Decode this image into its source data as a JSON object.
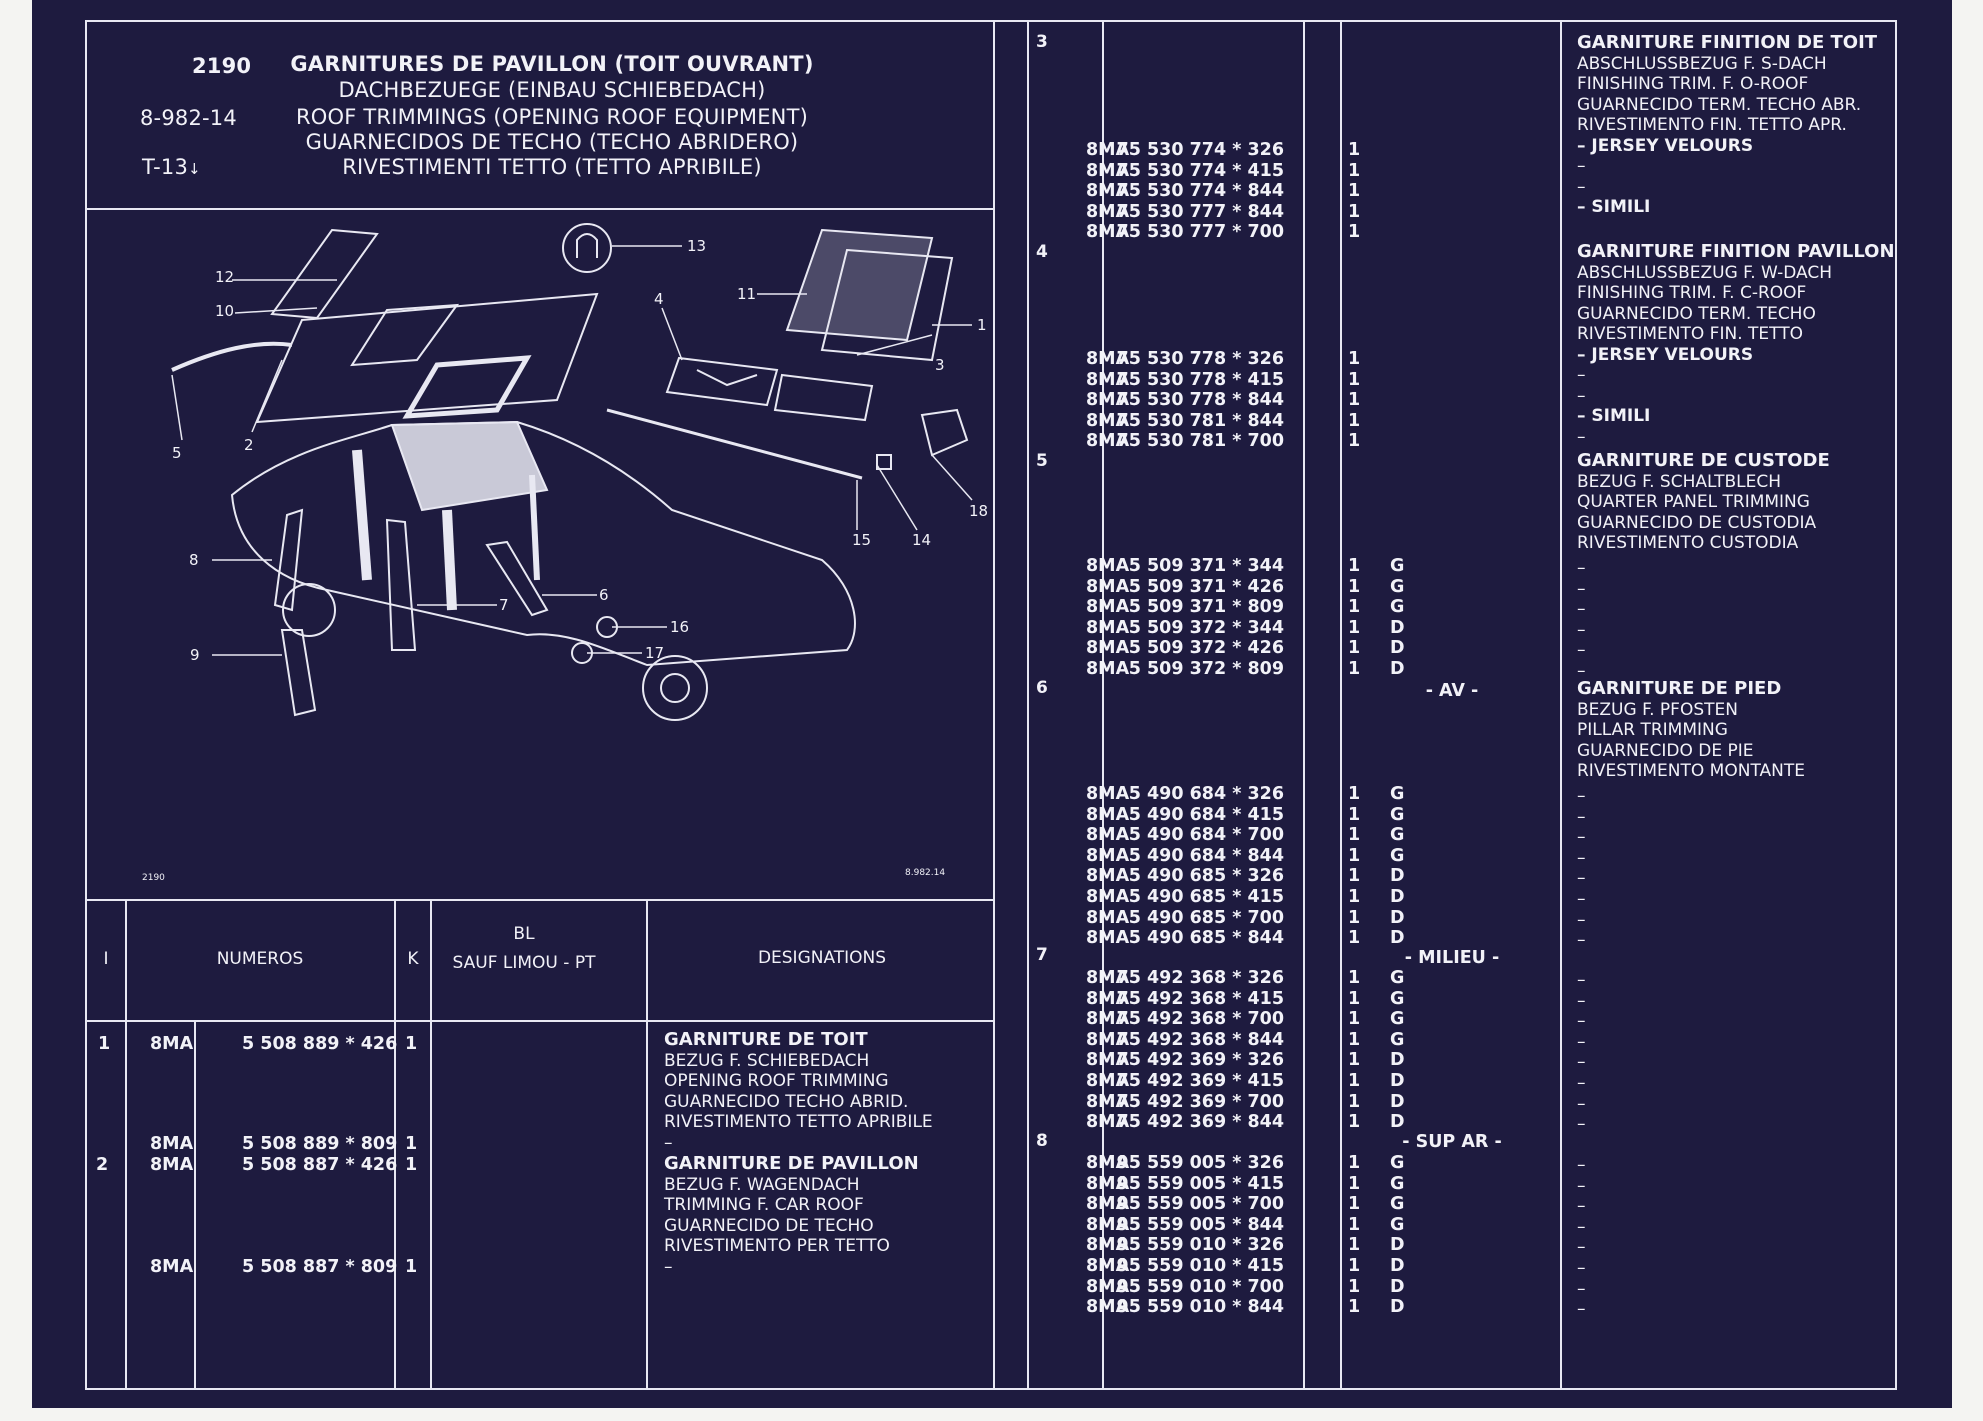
{
  "header": {
    "catalog_no": "2190",
    "ref": "8-982-14",
    "tref": "T-13",
    "tref_arrow": "↓",
    "titles": [
      "GARNITURES DE PAVILLON (TOIT OUVRANT)",
      "DACHBEZUEGE (EINBAU SCHIEBEDACH)",
      "ROOF TRIMMINGS (OPENING ROOF EQUIPMENT)",
      "GUARNECIDOS DE TECHO (TECHO ABRIDERO)",
      "RIVESTIMENTI TETTO (TETTO APRIBILE)"
    ]
  },
  "diagram": {
    "corner_left": "2190",
    "corner_right": "8.982.14",
    "labels": [
      "1",
      "2",
      "3",
      "4",
      "5",
      "6",
      "7",
      "8",
      "9",
      "10",
      "11",
      "12",
      "13",
      "14",
      "15",
      "16",
      "17",
      "18"
    ]
  },
  "table_header": {
    "col_i": "I",
    "col_numeros": "NUMEROS",
    "col_k": "K",
    "col_bl_1": "BL",
    "col_bl_2": "SAUF LIMOU - PT",
    "col_designations": "DESIGNATIONS"
  },
  "left_rows": [
    {
      "idx": "1",
      "code": "8MA",
      "num": "5 508 889 * 426",
      "k": "1"
    },
    {
      "idx": "",
      "code": "8MA",
      "num": "5 508 889 * 809",
      "k": "1"
    },
    {
      "idx": "2",
      "code": "8MA",
      "num": "5 508 887 * 426",
      "k": "1"
    },
    {
      "idx": "",
      "code": "8MA",
      "num": "5 508 887 * 809",
      "k": "1"
    }
  ],
  "left_desc": {
    "d1_title": "GARNITURE DE TOIT",
    "d1_lines": [
      "BEZUG F. SCHIEBEDACH",
      "OPENING ROOF TRIMMING",
      "GUARNECIDO TECHO ABRID.",
      "RIVESTIMENTO TETTO APRIBILE",
      "–"
    ],
    "d2_title": "GARNITURE DE PAVILLON",
    "d2_lines": [
      "BEZUG F. WAGENDACH",
      "TRIMMING F. CAR ROOF",
      "GUARNECIDO DE TECHO",
      "RIVESTIMENTO PER TETTO",
      "–"
    ]
  },
  "section_numbers": [
    "3",
    "4",
    "5",
    "6",
    "7",
    "8"
  ],
  "right_rows": [
    {
      "code": "8MA",
      "num": "75 530 774 * 326",
      "k": "1",
      "side": ""
    },
    {
      "code": "8MA",
      "num": "75 530 774 * 415",
      "k": "1",
      "side": ""
    },
    {
      "code": "8MA",
      "num": "75 530 774 * 844",
      "k": "1",
      "side": ""
    },
    {
      "code": "8MA",
      "num": "75 530 777 * 844",
      "k": "1",
      "side": ""
    },
    {
      "code": "8MA",
      "num": "75 530 777 * 700",
      "k": "1",
      "side": ""
    },
    {
      "code": "8MA",
      "num": "75 530 778 * 326",
      "k": "1",
      "side": ""
    },
    {
      "code": "8MA",
      "num": "75 530 778 * 415",
      "k": "1",
      "side": ""
    },
    {
      "code": "8MA",
      "num": "75 530 778 * 844",
      "k": "1",
      "side": ""
    },
    {
      "code": "8MA",
      "num": "75 530 781 * 844",
      "k": "1",
      "side": ""
    },
    {
      "code": "8MA",
      "num": "75 530 781 * 700",
      "k": "1",
      "side": ""
    },
    {
      "code": "8MA",
      "num": "5 509 371 * 344",
      "k": "1",
      "side": "G"
    },
    {
      "code": "8MA",
      "num": "5 509 371 * 426",
      "k": "1",
      "side": "G"
    },
    {
      "code": "8MA",
      "num": "5 509 371 * 809",
      "k": "1",
      "side": "G"
    },
    {
      "code": "8MA",
      "num": "5 509 372 * 344",
      "k": "1",
      "side": "D"
    },
    {
      "code": "8MA",
      "num": "5 509 372 * 426",
      "k": "1",
      "side": "D"
    },
    {
      "code": "8MA",
      "num": "5 509 372 * 809",
      "k": "1",
      "side": "D"
    },
    {
      "code": "8MA",
      "num": "5 490 684 * 326",
      "k": "1",
      "side": "G"
    },
    {
      "code": "8MA",
      "num": "5 490 684 * 415",
      "k": "1",
      "side": "G"
    },
    {
      "code": "8MA",
      "num": "5 490 684 * 700",
      "k": "1",
      "side": "G"
    },
    {
      "code": "8MA",
      "num": "5 490 684 * 844",
      "k": "1",
      "side": "G"
    },
    {
      "code": "8MA",
      "num": "5 490 685 * 326",
      "k": "1",
      "side": "D"
    },
    {
      "code": "8MA",
      "num": "5 490 685 * 415",
      "k": "1",
      "side": "D"
    },
    {
      "code": "8MA",
      "num": "5 490 685 * 700",
      "k": "1",
      "side": "D"
    },
    {
      "code": "8MA",
      "num": "5 490 685 * 844",
      "k": "1",
      "side": "D"
    },
    {
      "code": "8MA",
      "num": "75 492 368 * 326",
      "k": "1",
      "side": "G"
    },
    {
      "code": "8MA",
      "num": "75 492 368 * 415",
      "k": "1",
      "side": "G"
    },
    {
      "code": "8MA",
      "num": "75 492 368 * 700",
      "k": "1",
      "side": "G"
    },
    {
      "code": "8MA",
      "num": "75 492 368 * 844",
      "k": "1",
      "side": "G"
    },
    {
      "code": "8MA",
      "num": "75 492 369 * 326",
      "k": "1",
      "side": "D"
    },
    {
      "code": "8MA",
      "num": "75 492 369 * 415",
      "k": "1",
      "side": "D"
    },
    {
      "code": "8MA",
      "num": "75 492 369 * 700",
      "k": "1",
      "side": "D"
    },
    {
      "code": "8MA",
      "num": "75 492 369 * 844",
      "k": "1",
      "side": "D"
    },
    {
      "code": "8MA",
      "num": "95 559 005 * 326",
      "k": "1",
      "side": "G"
    },
    {
      "code": "8MA",
      "num": "95 559 005 * 415",
      "k": "1",
      "side": "G"
    },
    {
      "code": "8MA",
      "num": "95 559 005 * 700",
      "k": "1",
      "side": "G"
    },
    {
      "code": "8MA",
      "num": "95 559 005 * 844",
      "k": "1",
      "side": "G"
    },
    {
      "code": "8MA",
      "num": "95 559 010 * 326",
      "k": "1",
      "side": "D"
    },
    {
      "code": "8MA",
      "num": "95 559 010 * 415",
      "k": "1",
      "side": "D"
    },
    {
      "code": "8MA",
      "num": "95 559 010 * 700",
      "k": "1",
      "side": "D"
    },
    {
      "code": "8MA",
      "num": "95 559 010 * 844",
      "k": "1",
      "side": "D"
    }
  ],
  "positions": {
    "av": "- AV -",
    "milieu": "- MILIEU -",
    "sup_ar": "- SUP AR -"
  },
  "right_desc": {
    "s3_title": "GARNITURE FINITION DE TOIT",
    "s3_lines": [
      "ABSCHLUSSBEZUG F. S-DACH",
      "FINISHING TRIM. F. O-ROOF",
      "GUARNECIDO TERM. TECHO ABR.",
      "RIVESTIMENTO FIN. TETTO APR."
    ],
    "s3_opt1": "– JERSEY VELOURS",
    "s3_opt2": "– SIMILI",
    "s4_title": "GARNITURE FINITION PAVILLON",
    "s4_lines": [
      "ABSCHLUSSBEZUG F. W-DACH",
      "FINISHING TRIM. F. C-ROOF",
      "GUARNECIDO TERM. TECHO",
      "RIVESTIMENTO FIN. TETTO"
    ],
    "s4_opt1": "– JERSEY VELOURS",
    "s4_opt2": "– SIMILI",
    "s5_title": "GARNITURE DE CUSTODE",
    "s5_lines": [
      "BEZUG F. SCHALTBLECH",
      "QUARTER PANEL TRIMMING",
      "GUARNECIDO DE CUSTODIA",
      "RIVESTIMENTO CUSTODIA"
    ],
    "s6_title": "GARNITURE DE PIED",
    "s6_lines": [
      "BEZUG F. PFOSTEN",
      "PILLAR TRIMMING",
      "GUARNECIDO DE PIE",
      "RIVESTIMENTO MONTANTE"
    ],
    "dash": "–"
  }
}
